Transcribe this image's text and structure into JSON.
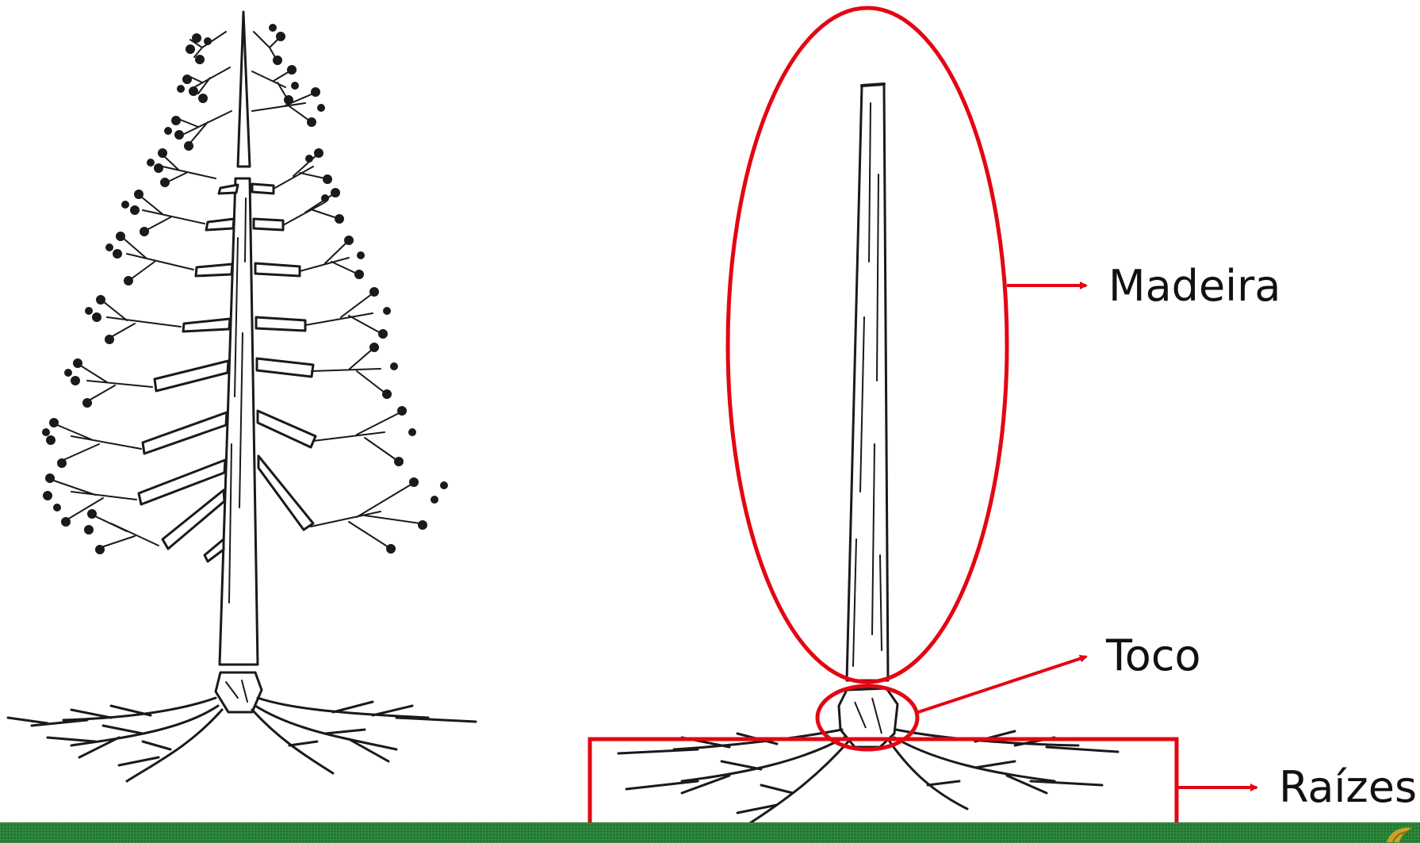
{
  "labels": {
    "madeira": "Madeira",
    "toco": "Toco",
    "raizes": "Raízes"
  },
  "colors": {
    "annotation": "#e30613",
    "ink": "#111111",
    "footer": "#1f7a2e",
    "logo": "#c9a227"
  },
  "icons": {
    "whole_tree": "conifer-tree-illustration",
    "trunk": "trunk-log-illustration",
    "stump": "stump-illustration",
    "roots": "root-system-illustration",
    "logo": "corner-logo"
  }
}
